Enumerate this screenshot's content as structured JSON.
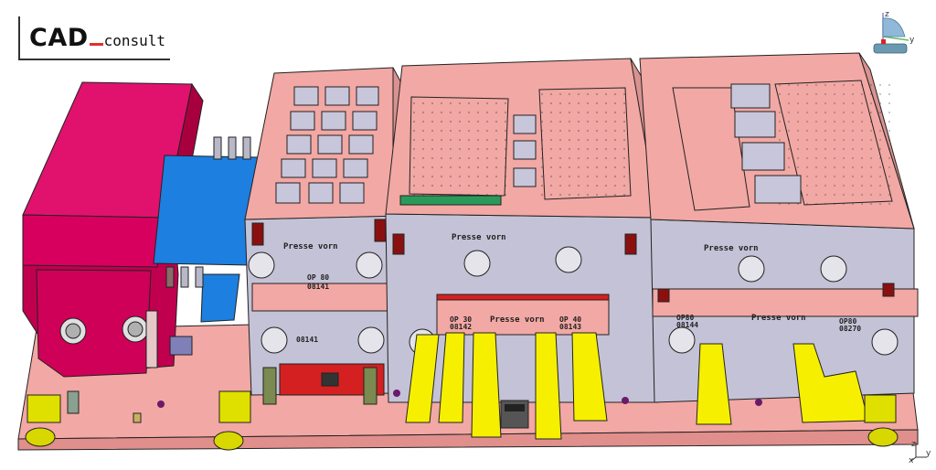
{
  "logo": {
    "cad": "CAD",
    "consult": "consult"
  },
  "model": {
    "stations": [
      {
        "label": "Presse vorn",
        "op": "OP 80",
        "part": "08141"
      },
      {
        "label": "Presse vorn",
        "op": "OP 30",
        "part": "08142"
      },
      {
        "label": "Presse vorn",
        "op": "OP 40",
        "part": "08143"
      },
      {
        "label": "Presse vorn",
        "op": "OP80",
        "part": "08144"
      },
      {
        "label": "Presse vorn",
        "op": "OP80",
        "part": "08270"
      }
    ],
    "upper_labels": [
      "Presse vorn",
      "Presse vorn",
      "Presse vorn"
    ],
    "extra_part": "08141"
  },
  "axes": {
    "x": "x",
    "y": "y",
    "z": "z"
  },
  "colors": {
    "base_plate": "#f2a8a4",
    "magenta_block": "#d8005f",
    "blue_plate": "#1d7fe0",
    "gray_body": "#c4c2d6",
    "red_parts": "#d42020",
    "yellow_parts": "#f6f000",
    "outline": "#222222"
  }
}
